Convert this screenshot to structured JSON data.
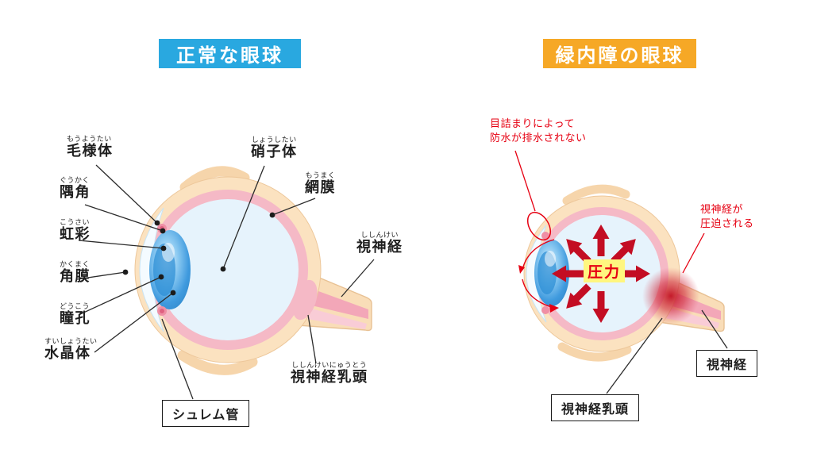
{
  "titles": {
    "left": "正常な眼球",
    "right": "緑内障の眼球"
  },
  "colors": {
    "title_left_bg": "#29a8e0",
    "title_right_bg": "#f6a826",
    "annotation_red": "#e60012",
    "pressure_arrow_red": "#c30d23",
    "pressure_bg_yellow": "#fff67f",
    "sclera_beige": "#fbe2c0",
    "retina_pink": "#f5b9c6",
    "vitreous_blue": "#e6f3fc",
    "iris_blue": "#3f9ade"
  },
  "left": {
    "ciliary_body": {
      "furigana": "もうようたい",
      "text": "毛様体"
    },
    "angle": {
      "furigana": "ぐうかく",
      "text": "隅角"
    },
    "iris": {
      "furigana": "こうさい",
      "text": "虹彩"
    },
    "cornea": {
      "furigana": "かくまく",
      "text": "角膜"
    },
    "pupil": {
      "furigana": "どうこう",
      "text": "瞳孔"
    },
    "lens": {
      "furigana": "すいしょうたい",
      "text": "水晶体"
    },
    "vitreous": {
      "furigana": "しょうしたい",
      "text": "硝子体"
    },
    "retina": {
      "furigana": "もうまく",
      "text": "網膜"
    },
    "optic_nerve": {
      "furigana": "ししんけい",
      "text": "視神経"
    },
    "optic_disc": {
      "furigana": "ししんけいにゅうとう",
      "text": "視神経乳頭"
    },
    "schlemm": {
      "text": "シュレム管"
    }
  },
  "right": {
    "blockage_line1": "目詰まりによって",
    "blockage_line2": "防水が排水されない",
    "pressure": "圧力",
    "compressed_line1": "視神経が",
    "compressed_line2": "圧迫される",
    "optic_nerve": "視神経",
    "optic_disc": "視神経乳頭"
  }
}
